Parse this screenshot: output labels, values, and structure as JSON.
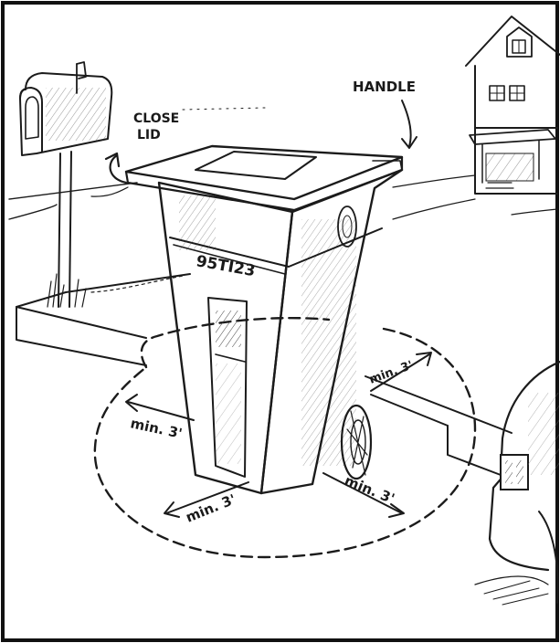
{
  "labels": {
    "close_lid_line1": "CLOSE",
    "close_lid_line2": "LID",
    "handle": "HANDLE",
    "cart_number": "95TI23",
    "clearance_left": "min. 3'",
    "clearance_back": "min. 3'",
    "clearance_front_left": "min. 3'",
    "clearance_front_right": "min. 3'"
  },
  "icons": {
    "mailbox": "mailbox-icon",
    "house": "house-icon",
    "car": "car-icon",
    "cart": "garbage-cart-icon"
  },
  "colors": {
    "ink": "#1b1b1b",
    "paper": "#ffffff",
    "frame": "#111111"
  }
}
